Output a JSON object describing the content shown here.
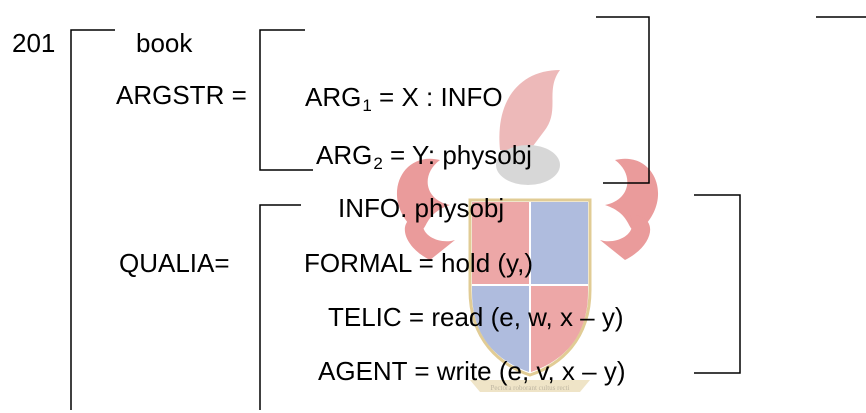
{
  "example_number": "201",
  "head_word": "book",
  "argstr": {
    "label": "ARGSTR =",
    "arg1": {
      "name": "ARG",
      "index": "1",
      "eq": " = X : ",
      "type": "INFO"
    },
    "arg2": {
      "name": "ARG",
      "index": "2",
      "eq": " = Y: ",
      "type": "physobj"
    }
  },
  "qualia": {
    "label": "QUALIA=",
    "lcp": "INFO. physobj",
    "formal": {
      "role": "FORMAL = ",
      "value": "hold (y,)"
    },
    "telic": {
      "role": "TELIC = ",
      "value": "read (e, w, x – y)"
    },
    "agent": {
      "role": "AGENT = ",
      "value": "write (e, v, x – y)"
    }
  },
  "watermark": {
    "kind": "university crest",
    "motto": "Pectora roborant cultus recti",
    "colors": {
      "red": "#cc3333",
      "blue": "#3355aa",
      "gold": "#d9b45a",
      "grey": "#9a9a9a"
    }
  }
}
